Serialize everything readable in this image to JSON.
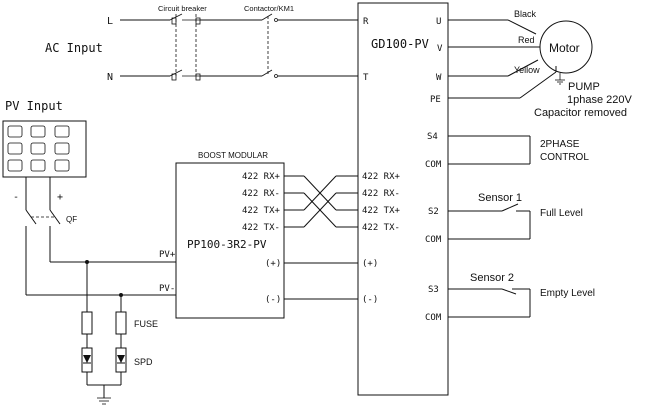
{
  "labels": {
    "ac_input": "AC Input",
    "line_l": "L",
    "line_n": "N",
    "circuit_breaker": "Circuit breaker",
    "contactor": "Contactor/KM1",
    "pv_input": "PV Input",
    "pv_minus_sign": "-",
    "pv_plus_sign": "+",
    "qf": "QF",
    "fuse": "FUSE",
    "spd": "SPD"
  },
  "boost": {
    "heading": "BOOST MODULAR",
    "model": "PP100-3R2-PV",
    "pins": [
      "422 RX+",
      "422 RX-",
      "422 TX+",
      "422 TX-"
    ],
    "pv_plus": "PV+",
    "pv_minus": "PV-",
    "dc_plus": "(+)",
    "dc_minus": "(-)"
  },
  "inverter": {
    "model": "GD100-PV",
    "input_r": "R",
    "input_t": "T",
    "out_u": "U",
    "out_v": "V",
    "out_w": "W",
    "out_pe": "PE",
    "pins": [
      "422 RX+",
      "422 RX-",
      "422 TX+",
      "422 TX-"
    ],
    "dc_plus": "(+)",
    "dc_minus": "(-)",
    "s4": "S4",
    "com1": "COM",
    "s2": "S2",
    "com2": "COM",
    "s3": "S3",
    "com3": "COM"
  },
  "motor": {
    "label": "Motor",
    "wire_black": "Black",
    "wire_red": "Red",
    "wire_yellow": "Yellow",
    "pump": "PUMP",
    "phase": "1phase 220V",
    "capacitor": "Capacitor removed"
  },
  "controls": {
    "two_phase_line1": "2PHASE",
    "two_phase_line2": "CONTROL",
    "sensor1": "Sensor 1",
    "full_level": "Full Level",
    "sensor2": "Sensor 2",
    "empty_level": "Empty Level"
  }
}
